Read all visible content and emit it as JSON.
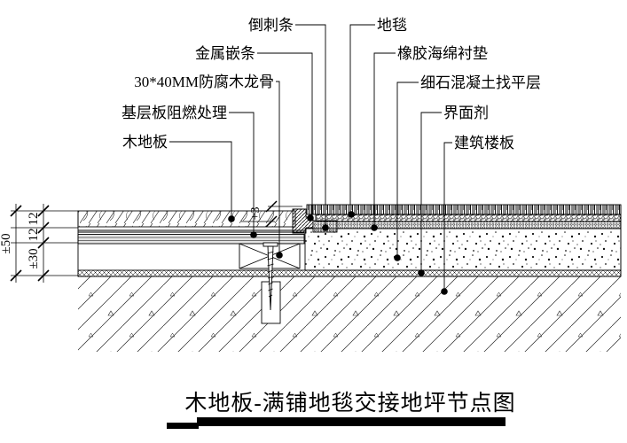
{
  "title": "木地板-满铺地毯交接地坪节点图",
  "callouts": {
    "left": [
      "倒刺条",
      "金属嵌条",
      "30*40MM防腐木龙骨",
      "基层板阻燃处理",
      "木地板"
    ],
    "right": [
      "地毯",
      "橡胶海绵衬垫",
      "细石混凝土找平层",
      "界面剂",
      "建筑楼板"
    ]
  },
  "dimensions": {
    "overall_height": "±50",
    "wood_floor_thickness": "12",
    "base_board_thickness": "12",
    "keel_space_height": "±30",
    "surface_offset": "+3"
  },
  "colors": {
    "line": "#000000",
    "background": "#ffffff",
    "board_fill": "#e3e3e3"
  }
}
